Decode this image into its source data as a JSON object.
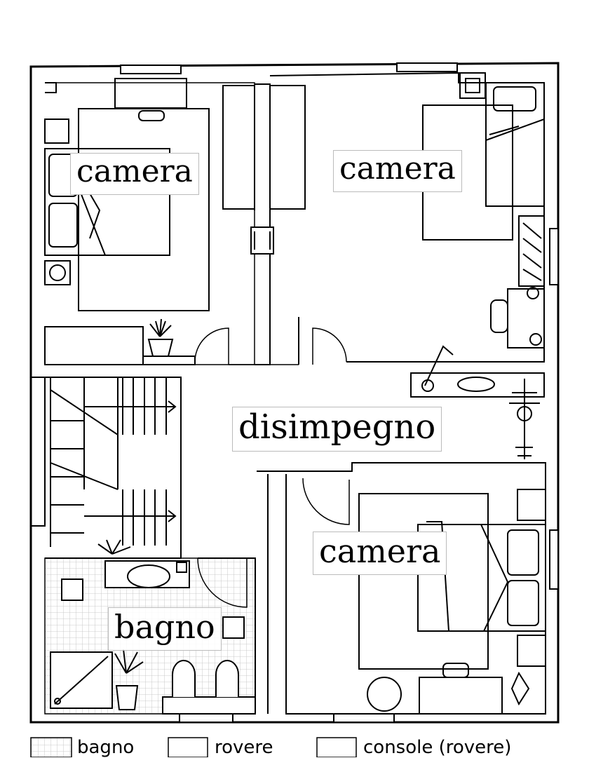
{
  "rooms": {
    "camera_top_left": "camera",
    "camera_top_right": "camera",
    "disimpegno": "disimpegno",
    "camera_bottom_right": "camera",
    "bagno": "bagno"
  },
  "legend": {
    "bagno": "bagno",
    "rovere": "rovere",
    "console": "console (rovere)"
  },
  "colors": {
    "line": "#000000",
    "grid": "#bdbdbd",
    "background": "#ffffff"
  }
}
